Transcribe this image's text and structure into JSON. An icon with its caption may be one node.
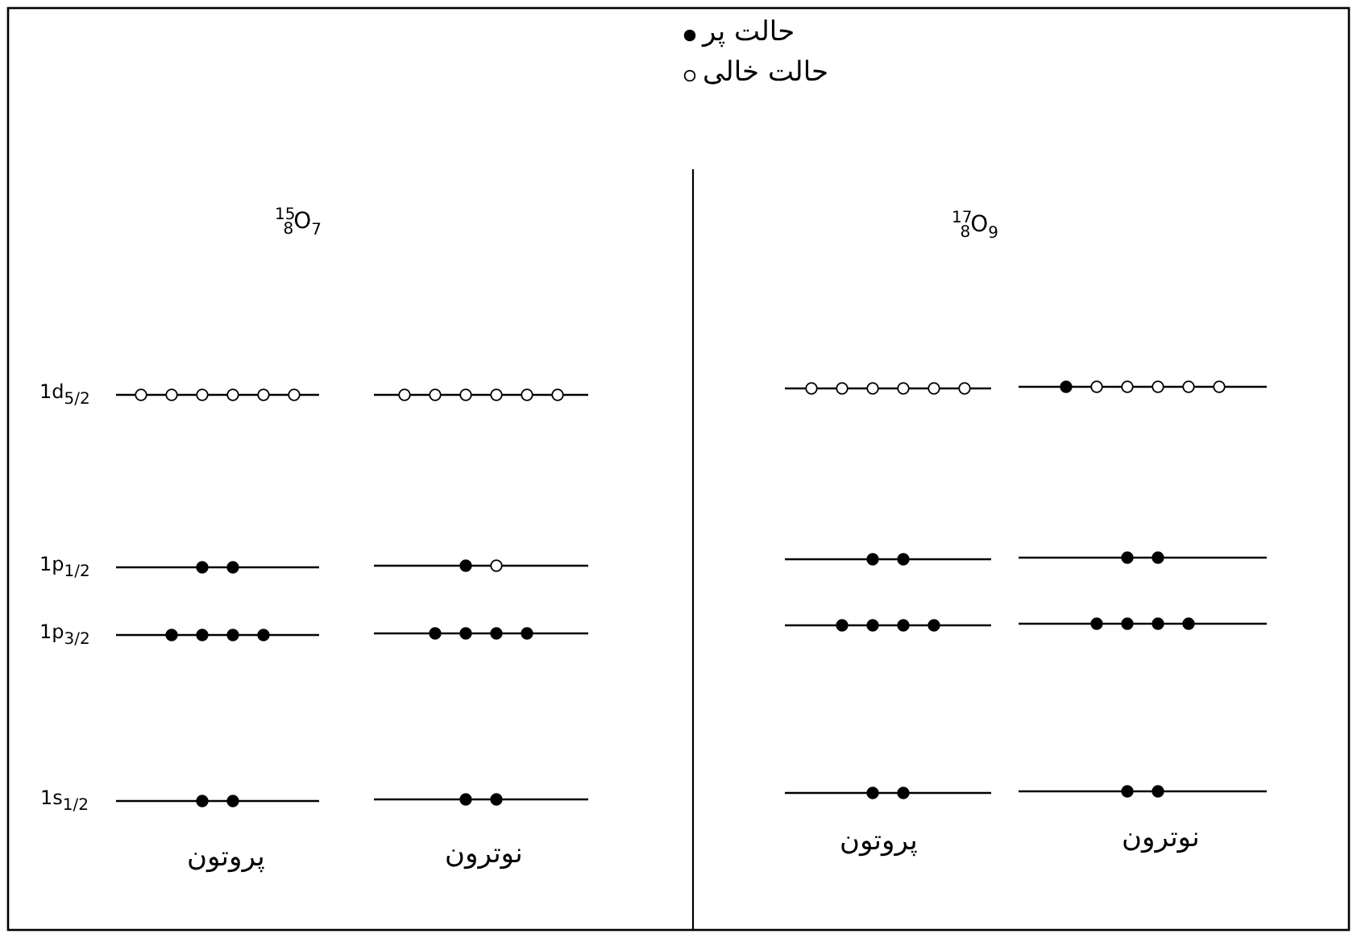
{
  "diagram": {
    "labels": [
      "$^{15}$$_{8}$O$_{7}$",
      "$^{17}$$_{8}$O$_{9}$",
      "1d$_{5/2}$",
      "1p$_{1/2}$",
      "1p$_{3/2}$",
      "1s$_{1/2}$",
      "پروتون",
      "نوترون",
      "پروتون",
      "نوترون"
    ],
    "legend": [
      {
        "text": "حالت پر"
      },
      {
        "text": "حالت خالی"
      }
    ]
  }
}
